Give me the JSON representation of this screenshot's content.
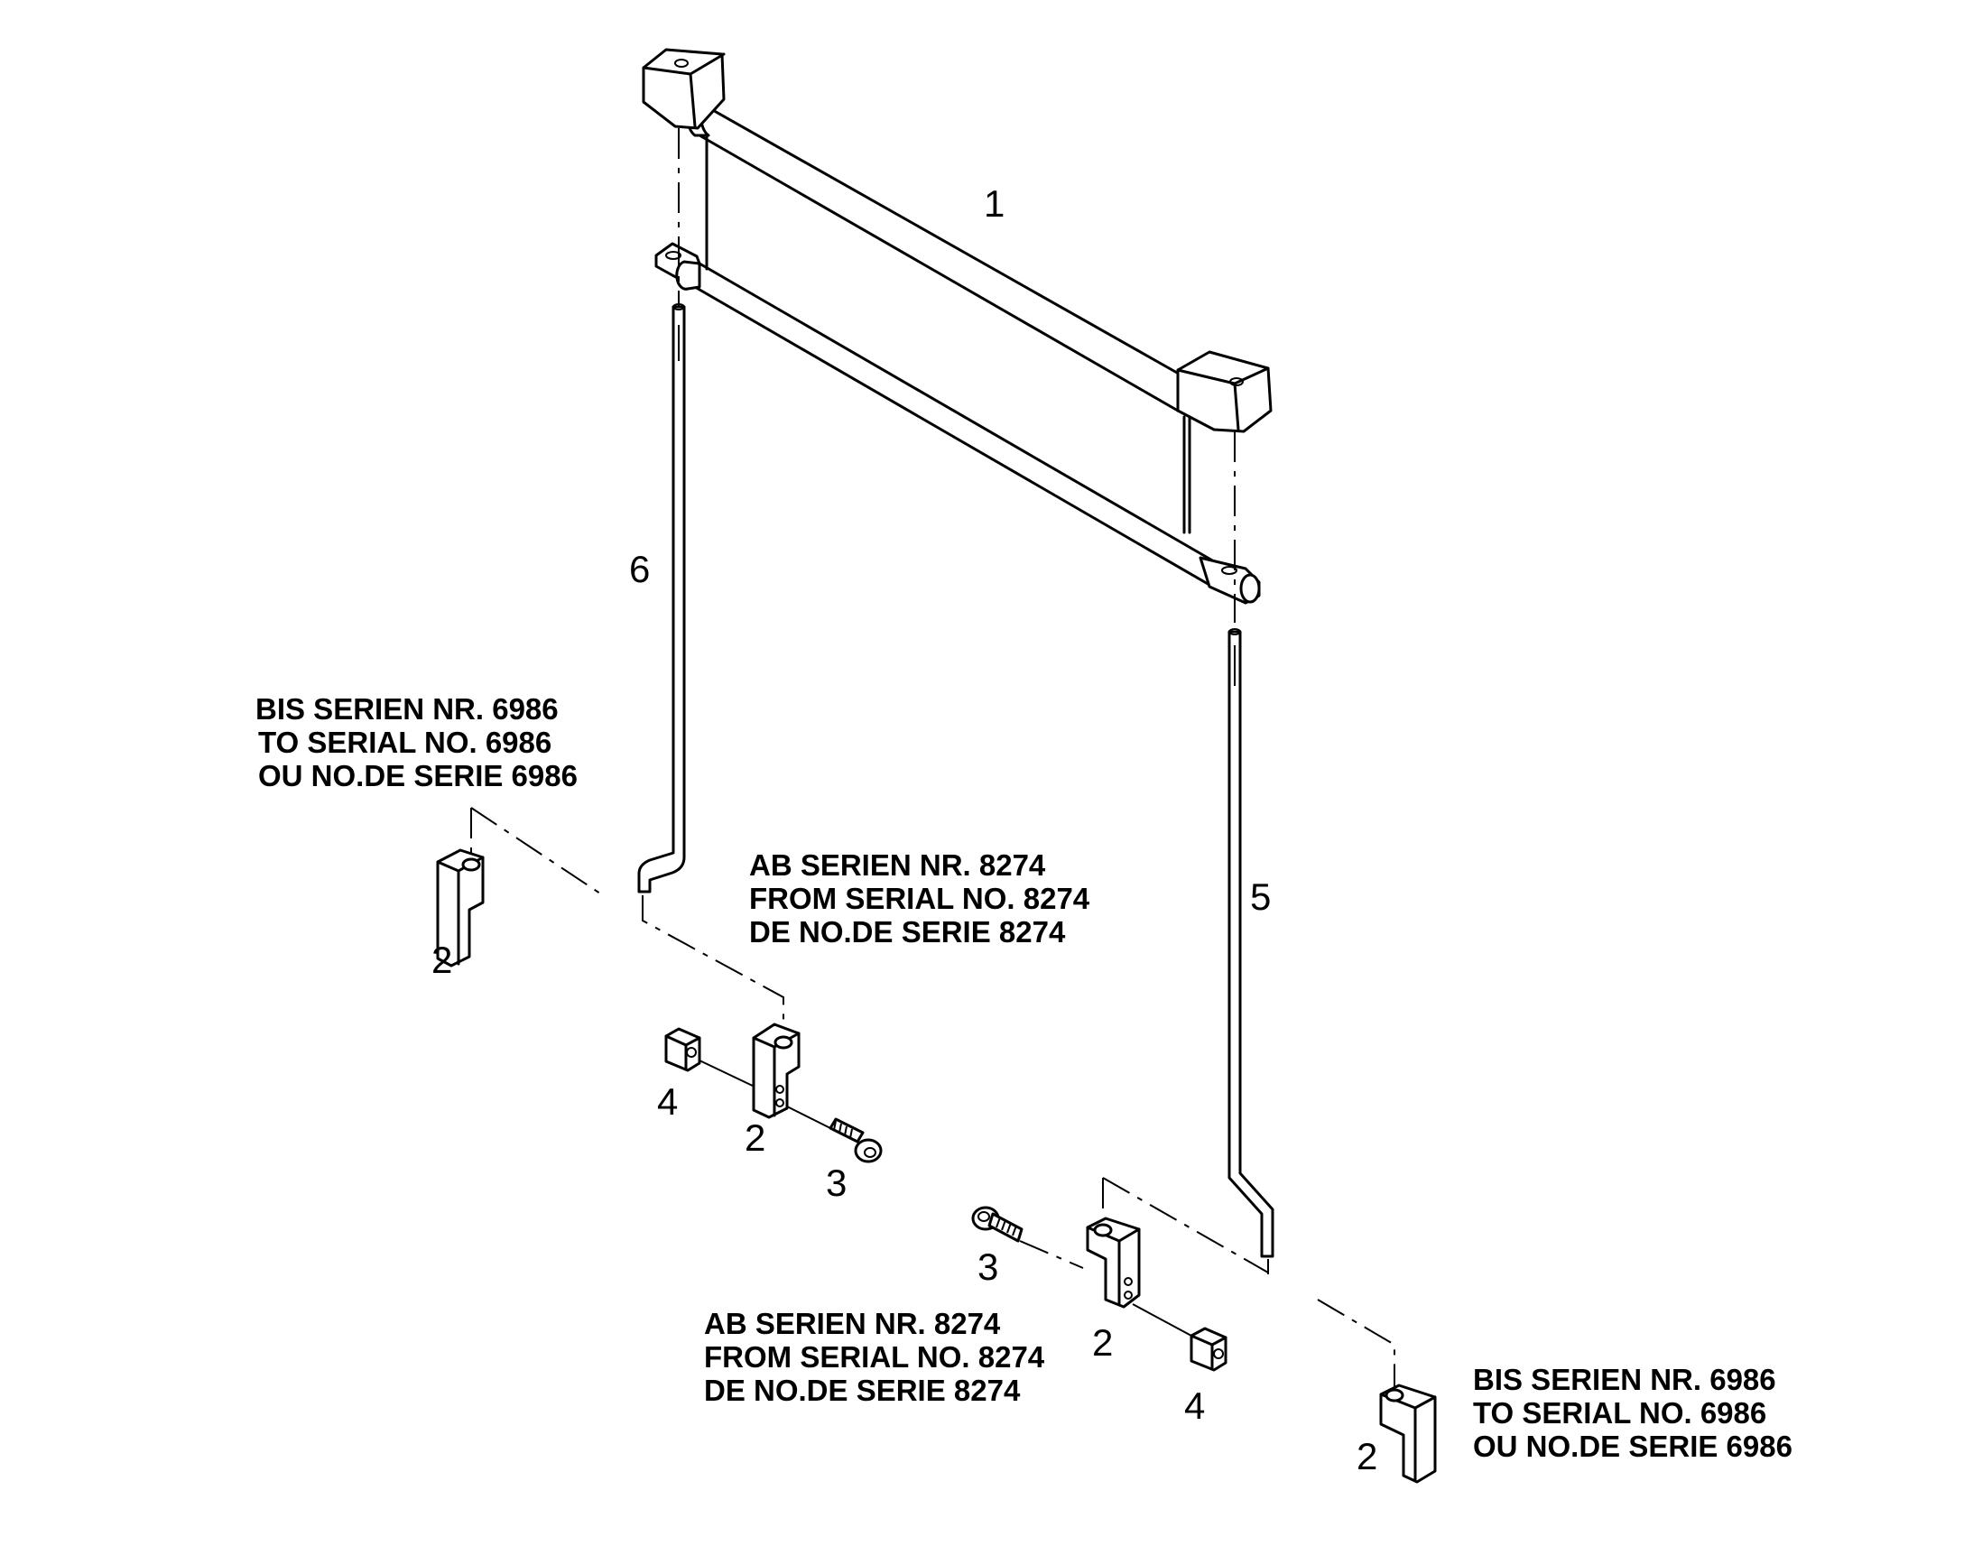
{
  "part_numbers": {
    "p1": "1",
    "p2": "2",
    "p3": "3",
    "p4": "4",
    "p5": "5",
    "p6": "6"
  },
  "notes": {
    "bis_left": [
      "BIS SERIEN NR. 6986",
      "TO SERIAL NO. 6986",
      "OU NO.DE SERIE 6986"
    ],
    "ab_upper": [
      "AB SERIEN NR. 8274",
      "FROM SERIAL NO. 8274",
      "DE NO.DE SERIE 8274"
    ],
    "ab_lower": [
      "AB SERIEN NR. 8274",
      "FROM SERIAL NO. 8274",
      "DE NO.DE SERIE 8274"
    ],
    "bis_right": [
      "BIS SERIEN NR. 6986",
      "TO SERIAL NO. 6986",
      "OU NO.DE SERIE 6986"
    ]
  }
}
